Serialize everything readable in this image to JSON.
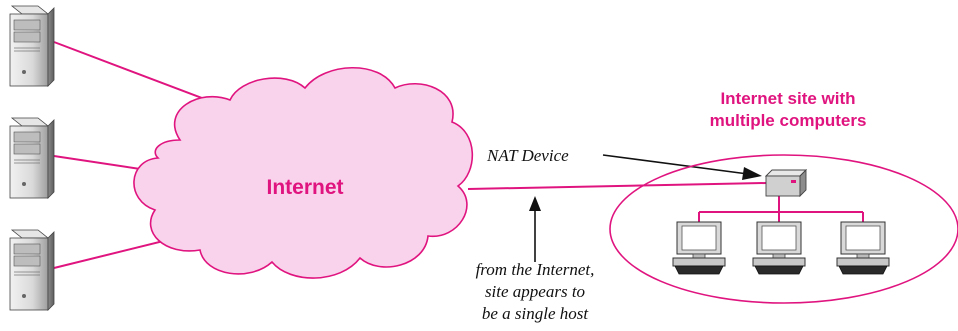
{
  "colors": {
    "accent": "#e0147f",
    "cloud_fill": "#f9d3ec",
    "line": "#e0147f",
    "text_dark": "#111111",
    "device_gray": "#c8c8c8"
  },
  "cloud": {
    "label": "Internet"
  },
  "site": {
    "title_line1": "Internet site with",
    "title_line2": "multiple computers"
  },
  "nat": {
    "label": "NAT Device"
  },
  "note": {
    "line1": "from the Internet,",
    "line2": "site appears to",
    "line3": "be a single host"
  },
  "icons": {
    "server": "server-tower-icon",
    "router": "nat-device-icon",
    "computer": "desktop-computer-icon"
  }
}
